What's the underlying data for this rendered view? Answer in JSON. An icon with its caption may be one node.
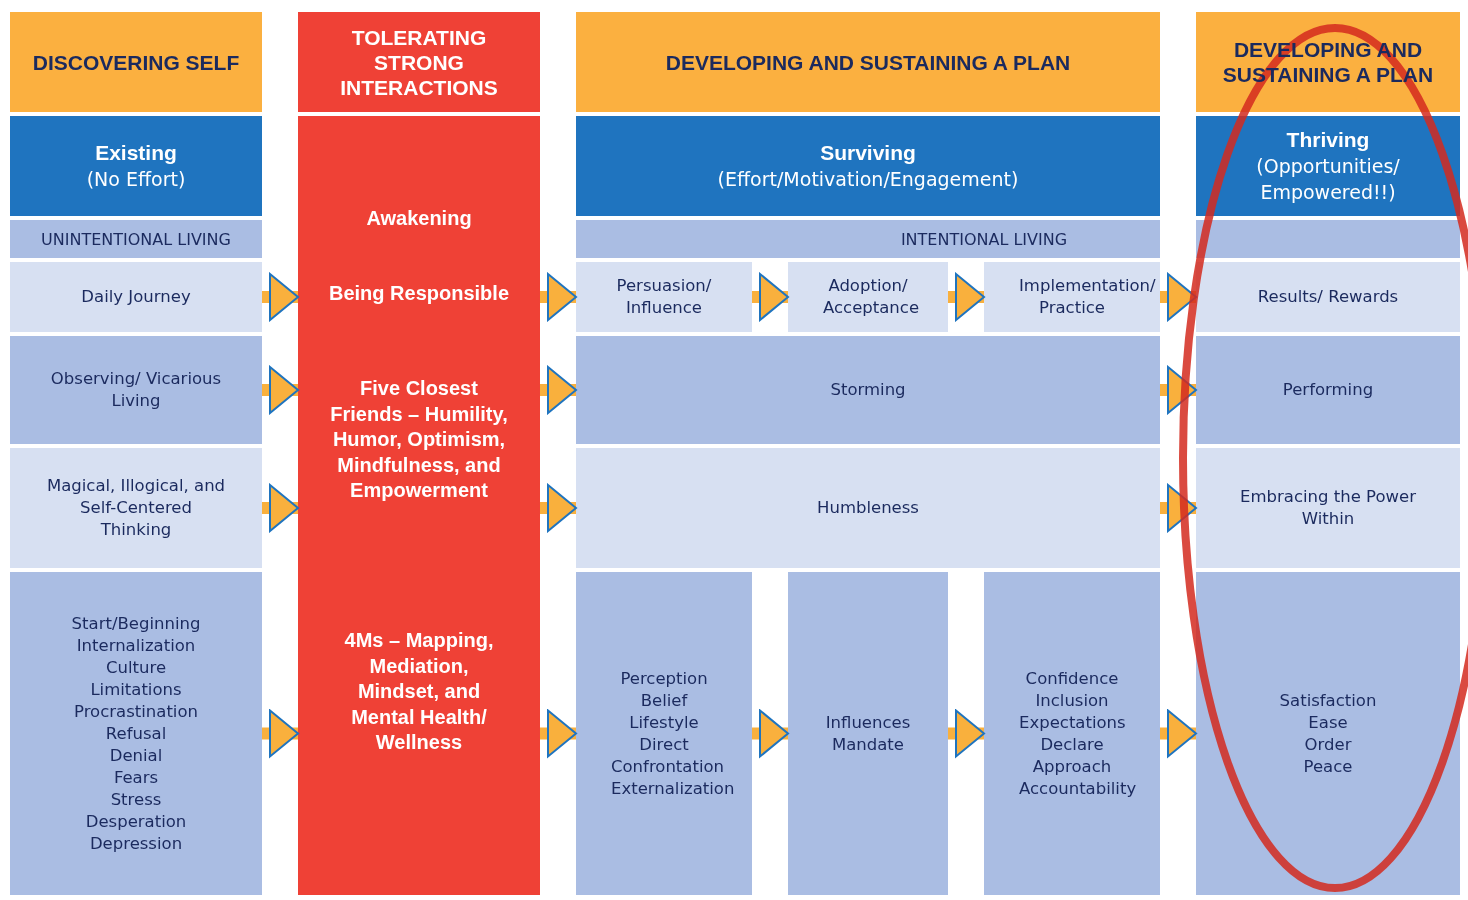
{
  "diagram": {
    "nodes": [
      {
        "text": [
          "DISCOVERING SELF"
        ]
      },
      {
        "text": [
          "TOLERATING STRONG INTERACTIONS"
        ]
      },
      {
        "text": [
          "DEVELOPING AND SUSTAINING A PLAN"
        ]
      },
      {
        "text": [
          "DEVELOPING AND SUSTAINING A PLAN"
        ]
      },
      {
        "text": [
          "Existing",
          "(No Effort)"
        ]
      },
      {
        "text": [
          "Awakening",
          "Being Responsible",
          "Five Closest Friends – Humility, Humor, Optimism, Mindfulness, and Empowerment",
          "4Ms – Mapping, Mediation, Mindset, and Mental Health/ Wellness"
        ]
      },
      {
        "text": [
          "Surviving",
          "(Effort/Motivation/Engagement)"
        ]
      },
      {
        "text": [
          "Thriving",
          "(Opportunities/ Empowered!!)"
        ]
      },
      {
        "text": [
          "UNINTENTIONAL LIVING"
        ]
      },
      {
        "text": [
          "INTENTIONAL LIVING"
        ]
      },
      {
        "text": [],
        "shape": "box"
      },
      {
        "text": [
          "Daily Journey"
        ]
      },
      {
        "text": [
          "Persuasion/ Influence"
        ]
      },
      {
        "text": [
          "Adoption/ Acceptance"
        ]
      },
      {
        "text": [
          "Implementation/ Practice"
        ]
      },
      {
        "text": [
          "Results/ Rewards"
        ]
      },
      {
        "text": [
          "Observing/ Vicarious Living"
        ]
      },
      {
        "text": [
          "Storming"
        ]
      },
      {
        "text": [
          "Performing"
        ]
      },
      {
        "text": [
          "Magical, Illogical, and Self-Centered Thinking"
        ]
      },
      {
        "text": [
          "Humbleness"
        ]
      },
      {
        "text": [
          "Embracing the Power Within"
        ]
      },
      {
        "text": [
          "Start/Beginning",
          "Internalization",
          "Culture",
          "Limitations",
          "Procrastination",
          "Refusal",
          "Denial",
          "Fears",
          "Stress",
          "Desperation",
          "Depression"
        ]
      },
      {
        "text": [
          "Perception",
          "Belief",
          "Lifestyle",
          "Direct Confrontation",
          "Externalization"
        ]
      },
      {
        "text": [
          "Influences",
          "Mandate"
        ]
      },
      {
        "text": [
          "Confidence",
          "Inclusion",
          "Expectations",
          "Declare",
          "Approach",
          "Accountability"
        ]
      },
      {
        "text": [
          "Satisfaction",
          "Ease",
          "Order",
          "Peace"
        ]
      }
    ],
    "edges": [
      {
        "from": 11,
        "to": 5,
        "arrow": "to"
      },
      {
        "from": 5,
        "to": 12,
        "arrow": "to"
      },
      {
        "from": 12,
        "to": 13,
        "arrow": "to"
      },
      {
        "from": 13,
        "to": 14,
        "arrow": "to"
      },
      {
        "from": 14,
        "to": 15,
        "arrow": "to"
      },
      {
        "from": 16,
        "to": 5,
        "arrow": "to"
      },
      {
        "from": 5,
        "to": 17,
        "arrow": "to"
      },
      {
        "from": 17,
        "to": 18,
        "arrow": "to"
      },
      {
        "from": 19,
        "to": 5,
        "arrow": "to"
      },
      {
        "from": 5,
        "to": 20,
        "arrow": "to"
      },
      {
        "from": 20,
        "to": 21,
        "arrow": "to"
      },
      {
        "from": 22,
        "to": 5,
        "arrow": "to"
      },
      {
        "from": 5,
        "to": 23,
        "arrow": "to"
      },
      {
        "from": 23,
        "to": 24,
        "arrow": "to"
      },
      {
        "from": 24,
        "to": 25,
        "arrow": "to"
      },
      {
        "from": 25,
        "to": 26,
        "arrow": "to"
      }
    ]
  }
}
